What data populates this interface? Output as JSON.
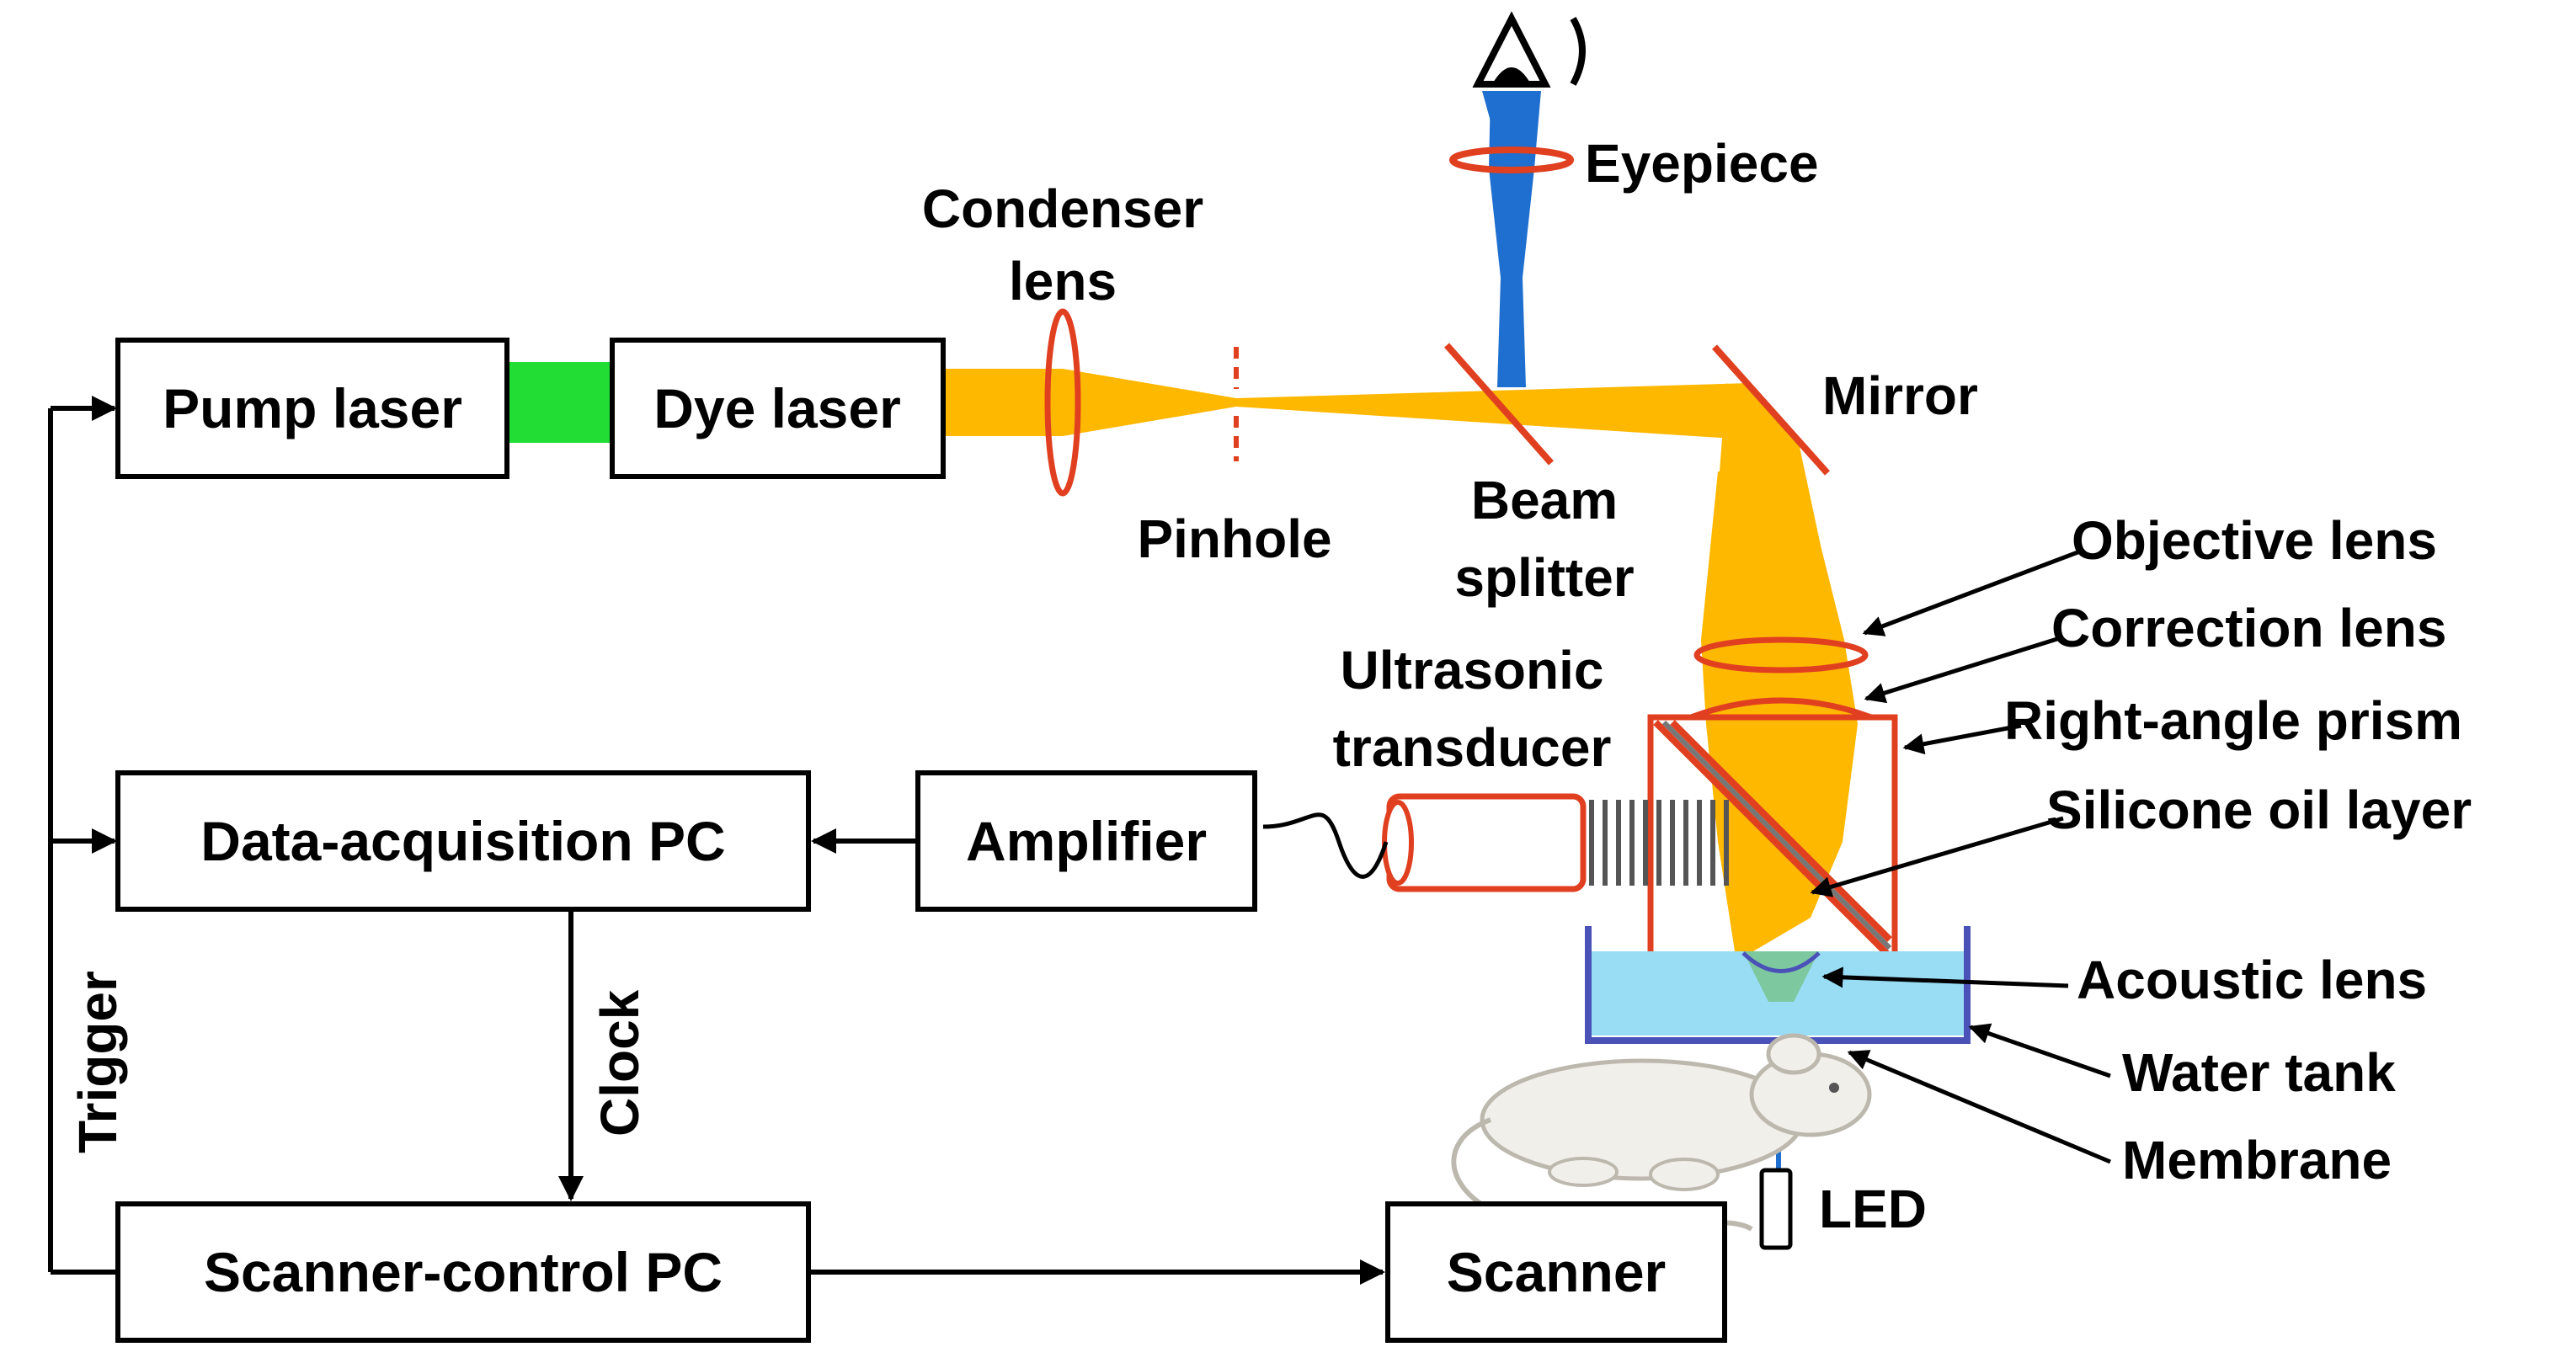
{
  "colors": {
    "laser_beam": "#FFB800",
    "pump_beam": "#22DD33",
    "optic_outline": "#E04020",
    "eyepiece_beam": "#1E6FD0",
    "water": "#99DDF5",
    "tank_outline": "#4A52B8"
  },
  "boxes": {
    "pump_laser": "Pump laser",
    "dye_laser": "Dye laser",
    "daq_pc": "Data-acquisition PC",
    "amplifier": "Amplifier",
    "scanner_pc": "Scanner-control PC",
    "scanner": "Scanner"
  },
  "labels": {
    "condenser_1": "Condenser",
    "condenser_2": "lens",
    "pinhole": "Pinhole",
    "beam_splitter_1": "Beam",
    "beam_splitter_2": "splitter",
    "eyepiece": "Eyepiece",
    "mirror": "Mirror",
    "objective_lens": "Objective lens",
    "correction_lens": "Correction lens",
    "right_angle_prism": "Right-angle prism",
    "silicone_oil_layer": "Silicone oil layer",
    "transducer_1": "Ultrasonic",
    "transducer_2": "transducer",
    "acoustic_lens": "Acoustic lens",
    "water_tank": "Water tank",
    "membrane": "Membrane",
    "led": "LED",
    "trigger": "Trigger",
    "clock": "Clock"
  }
}
